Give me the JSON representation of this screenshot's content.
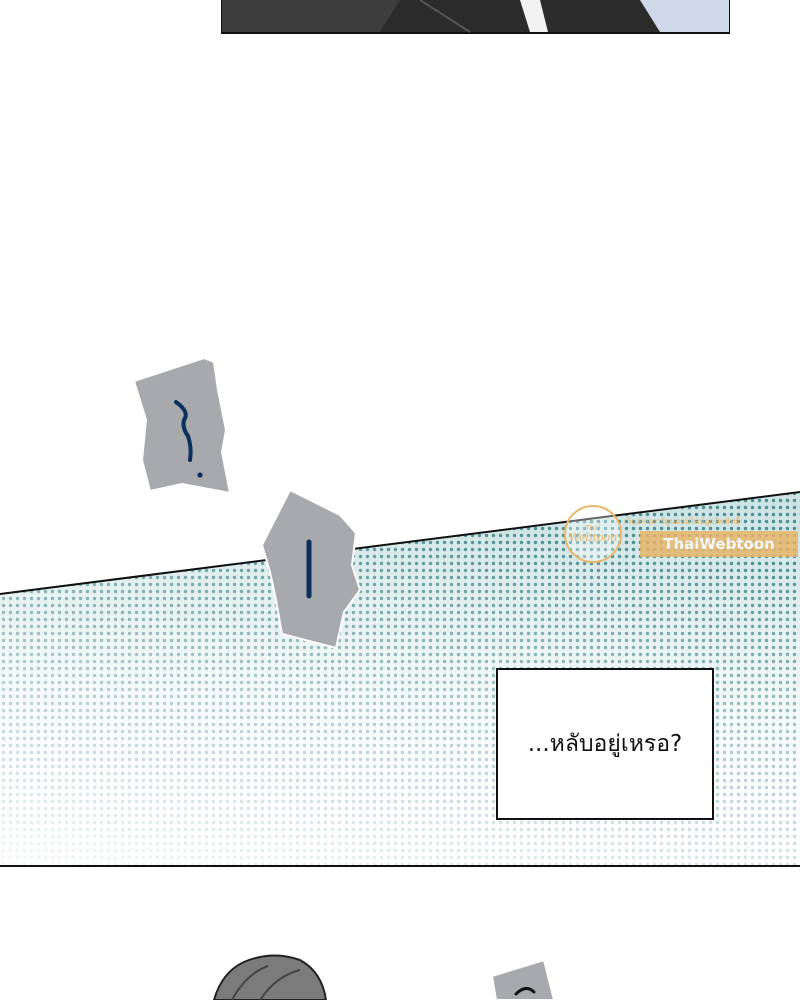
{
  "narration": {
    "text": "...หลับอยู่เหรอ?"
  },
  "watermark": {
    "logo_small": "Thai",
    "logo_main": "Webtoon",
    "tagline": "เว็บอ่านการ์ตูนออนไลน์ถูกลิขสิทธิ์",
    "brand": "ThaiWebtoon"
  },
  "colors": {
    "ink": "#111111",
    "sfx_fill": "#a7a9ac",
    "sfx_letter": "#0c2f5c",
    "halftone_teal": "#4f8f95",
    "watermark": "#e7b66a"
  }
}
